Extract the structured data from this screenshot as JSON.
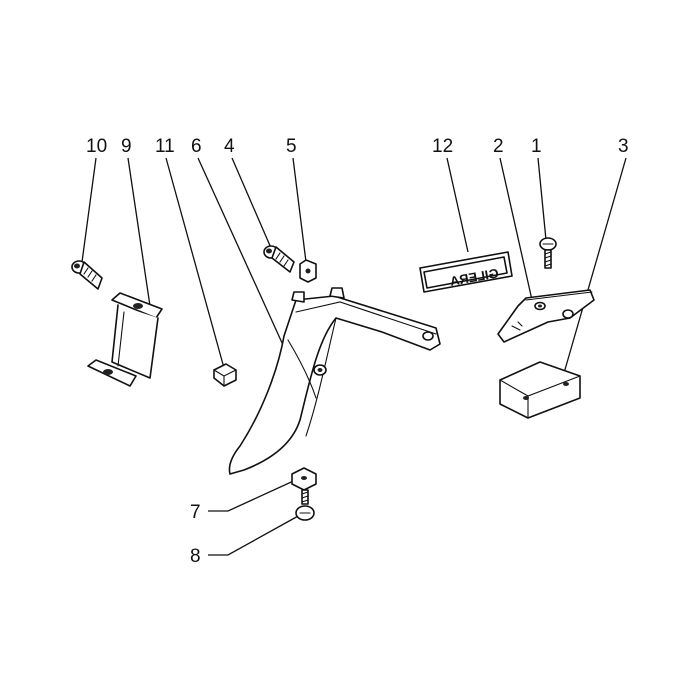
{
  "callouts": {
    "c1": "1",
    "c2": "2",
    "c3": "3",
    "c4": "4",
    "c5": "5",
    "c6": "6",
    "c7": "7",
    "c8": "8",
    "c9": "9",
    "c10": "10",
    "c11": "11",
    "c12": "12"
  },
  "decal": {
    "text": "GILERA"
  },
  "colors": {
    "ink": "#111111",
    "paper": "#ffffff"
  }
}
